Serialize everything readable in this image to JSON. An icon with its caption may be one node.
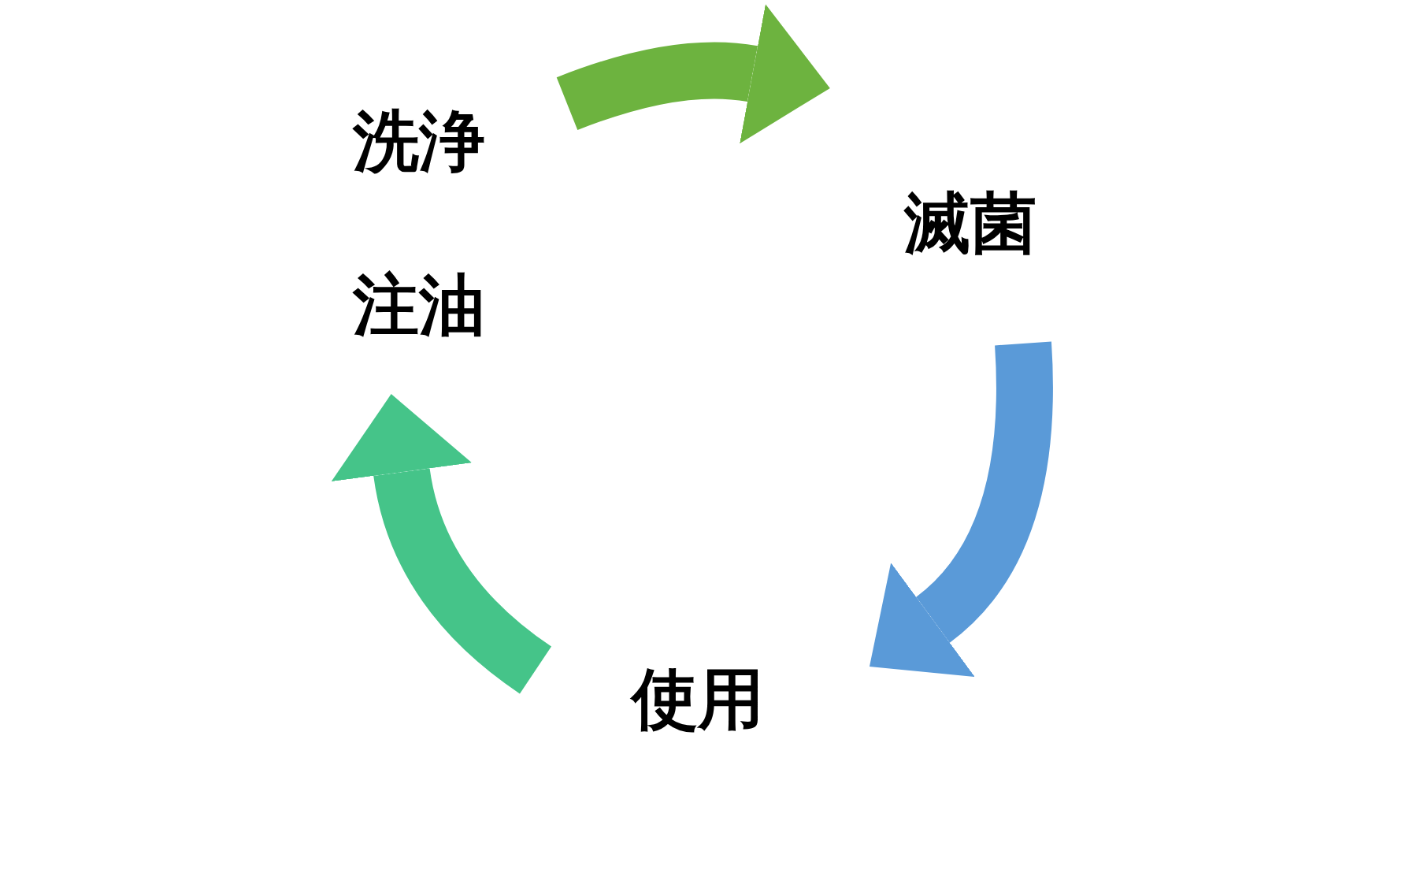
{
  "diagram": {
    "nodes": [
      {
        "text": [
          "洗浄",
          "注油"
        ]
      },
      {
        "text": [
          "滅菌"
        ]
      },
      {
        "text": [
          "使用"
        ]
      }
    ],
    "edges": [
      {
        "from": 0,
        "to": 1,
        "arrow": "to",
        "color": "#6db33f"
      },
      {
        "from": 1,
        "to": 2,
        "arrow": "to",
        "color": "#5a9ad8"
      },
      {
        "from": 2,
        "to": 0,
        "arrow": "to",
        "color": "#45c489"
      }
    ]
  }
}
